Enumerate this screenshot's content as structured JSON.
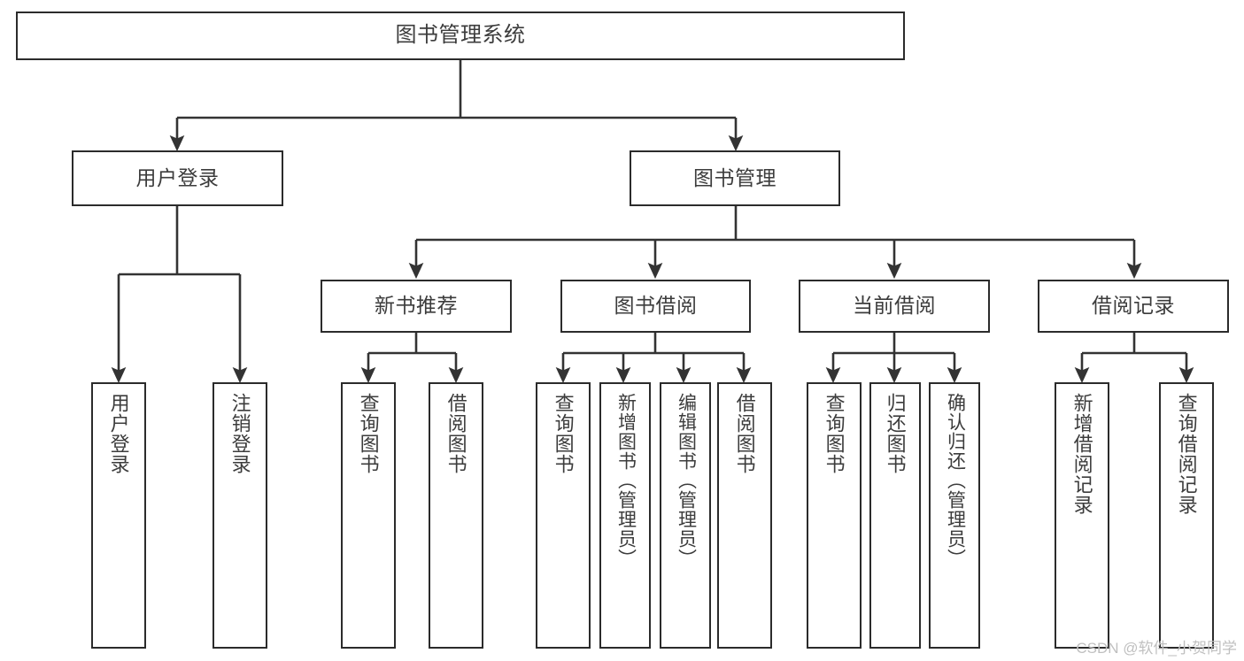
{
  "diagram": {
    "title": "图书管理系统",
    "type": "tree-hierarchy-chart",
    "watermark": "CSDN @软件_小贺同学",
    "colors": {
      "border": "#2b2b2b",
      "text": "#3c3c3c",
      "background": "#ffffff",
      "connector": "#333333",
      "watermark": "#c0c0c0"
    }
  },
  "nodes": {
    "root": {
      "label": "图书管理系统",
      "level": 1
    },
    "level2": [
      {
        "id": "user-login",
        "label": "用户登录"
      },
      {
        "id": "book-management",
        "label": "图书管理"
      }
    ],
    "level3": [
      {
        "id": "new-book-recommend",
        "label": "新书推荐"
      },
      {
        "id": "book-borrow",
        "label": "图书借阅"
      },
      {
        "id": "current-borrow",
        "label": "当前借阅"
      },
      {
        "id": "borrow-record",
        "label": "借阅记录"
      }
    ],
    "leaves": [
      {
        "id": "leaf-user-login",
        "label": "用户登录",
        "parent": "user-login"
      },
      {
        "id": "leaf-logout",
        "label": "注销登录",
        "parent": "user-login"
      },
      {
        "id": "leaf-query-book-1",
        "label": "查询图书",
        "parent": "new-book-recommend"
      },
      {
        "id": "leaf-borrow-book-1",
        "label": "借阅图书",
        "parent": "new-book-recommend"
      },
      {
        "id": "leaf-query-book-2",
        "label": "查询图书",
        "parent": "book-borrow"
      },
      {
        "id": "leaf-add-book",
        "label": "新增图书（管理员）",
        "parent": "book-borrow"
      },
      {
        "id": "leaf-edit-book",
        "label": "编辑图书（管理员）",
        "parent": "book-borrow"
      },
      {
        "id": "leaf-borrow-book-2",
        "label": "借阅图书",
        "parent": "book-borrow"
      },
      {
        "id": "leaf-query-book-3",
        "label": "查询图书",
        "parent": "current-borrow"
      },
      {
        "id": "leaf-return-book",
        "label": "归还图书",
        "parent": "current-borrow"
      },
      {
        "id": "leaf-confirm-return",
        "label": "确认归还（管理员）",
        "parent": "current-borrow"
      },
      {
        "id": "leaf-add-record",
        "label": "新增借阅记录",
        "parent": "borrow-record"
      },
      {
        "id": "leaf-query-record",
        "label": "查询借阅记录",
        "parent": "borrow-record"
      }
    ]
  }
}
